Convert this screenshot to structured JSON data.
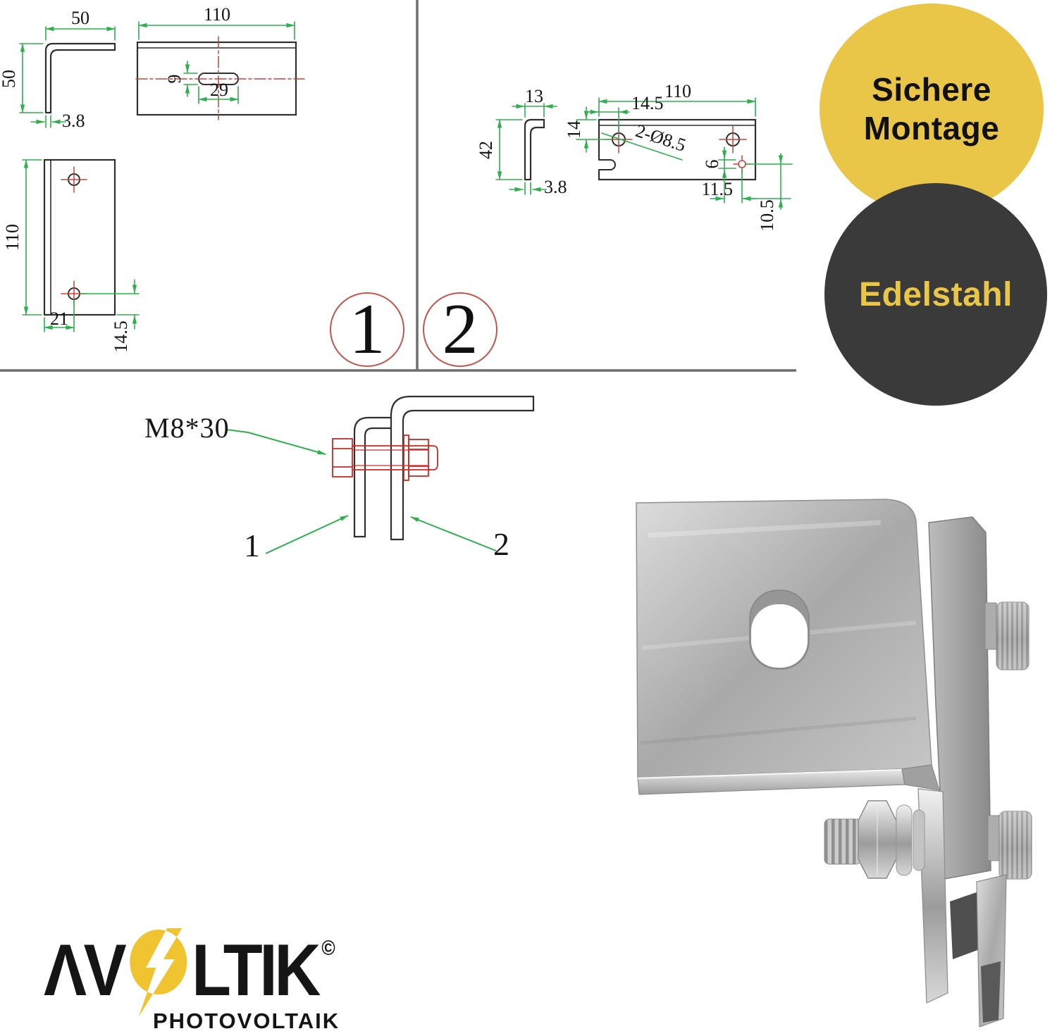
{
  "page": {
    "background": "#FFFFFF"
  },
  "panel1": {
    "callout": "1",
    "side_view": {
      "width": "50",
      "height": "50",
      "thickness": "3.8"
    },
    "top_view": {
      "width": "110",
      "slot_height": "9",
      "slot_length": "29"
    },
    "front_view": {
      "height": "110",
      "hole_offset_x": "21",
      "hole_offset_y": "14.5"
    }
  },
  "panel2": {
    "callout": "2",
    "profile_view": {
      "width": "13",
      "height": "42",
      "thickness": "3.8"
    },
    "plate_view": {
      "width": "110",
      "first_hole_offset": "14.5",
      "top_margin": "14",
      "hole_spec": "2-Ø8.5",
      "tab_width": "6",
      "tab_offset": "11.5",
      "tab_height": "10.5"
    }
  },
  "assembly": {
    "bolt_label": "M8*30",
    "part1_label": "1",
    "part2_label": "2"
  },
  "badges": {
    "mounting": {
      "line1": "Sichere",
      "line2": "Montage",
      "bg": "#E9C648",
      "fg": "#111111"
    },
    "material": {
      "label": "Edelstahl",
      "bg": "#3A3A3A",
      "fg": "#E9C648"
    }
  },
  "logo": {
    "brand_left": "ΛV",
    "brand_right": "LTIK",
    "copyright": "©",
    "subtitle": "PHOTOVOLTAIK",
    "accent": "#F0C330"
  },
  "colors": {
    "dimension_green": "#2FAF4E",
    "centerline_red": "#C8433C",
    "bolt_red": "#CC2A22",
    "drawing_stroke": "#2F2F2F",
    "divider_gray": "#6E6E6E"
  }
}
